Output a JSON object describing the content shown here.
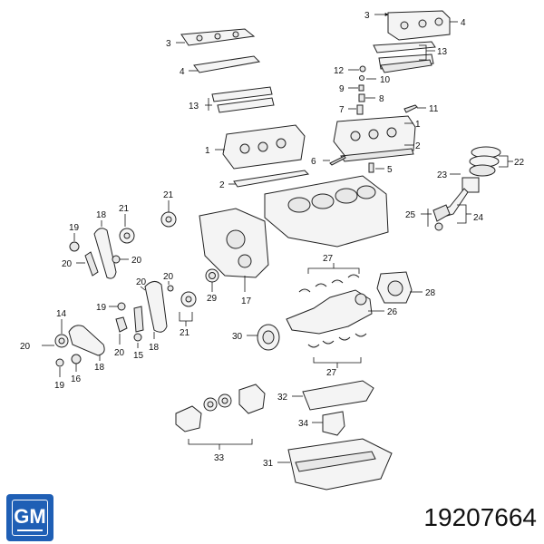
{
  "brand": {
    "logo_text": "GM",
    "color": "#1f5fb5"
  },
  "part_number": "19207664",
  "callouts": [
    "1",
    "2",
    "3",
    "4",
    "5",
    "6",
    "7",
    "8",
    "9",
    "10",
    "11",
    "12",
    "13",
    "14",
    "15",
    "16",
    "17",
    "18",
    "19",
    "20",
    "21",
    "22",
    "23",
    "24",
    "25",
    "26",
    "27",
    "28",
    "29",
    "30",
    "31",
    "32",
    "33",
    "34"
  ]
}
